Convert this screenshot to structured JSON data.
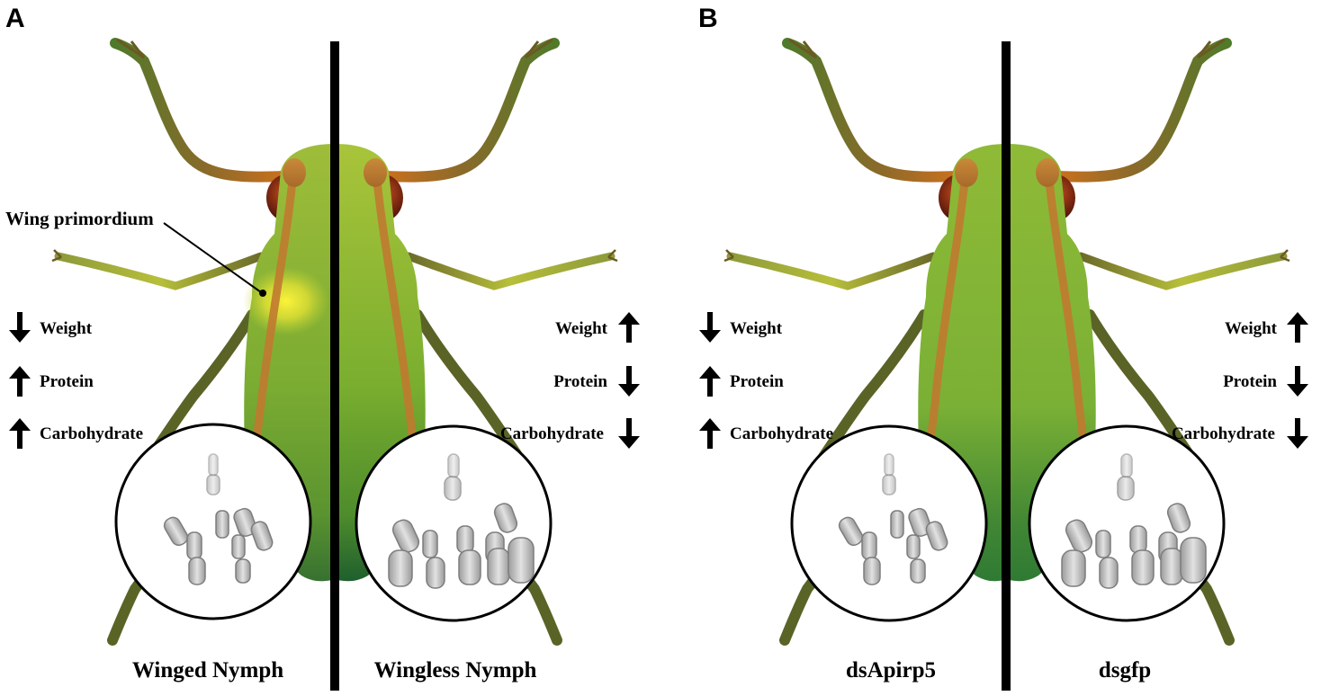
{
  "panels": [
    {
      "letter": "A",
      "left_label": "Winged Nymph",
      "right_label": "Wingless Nymph",
      "annotation": "Wing primordium",
      "left_traits": [
        {
          "label": "Weight",
          "direction": "down"
        },
        {
          "label": "Protein",
          "direction": "up"
        },
        {
          "label": "Carbohydrate",
          "direction": "up"
        }
      ],
      "right_traits": [
        {
          "label": "Weight",
          "direction": "up"
        },
        {
          "label": "Protein",
          "direction": "down"
        },
        {
          "label": "Carbohydrate",
          "direction": "down"
        }
      ]
    },
    {
      "letter": "B",
      "left_label": "dsApirp5",
      "right_label": "dsgfp",
      "left_traits": [
        {
          "label": "Weight",
          "direction": "down"
        },
        {
          "label": "Protein",
          "direction": "up"
        },
        {
          "label": "Carbohydrate",
          "direction": "up"
        }
      ],
      "right_traits": [
        {
          "label": "Weight",
          "direction": "up"
        },
        {
          "label": "Protein",
          "direction": "down"
        },
        {
          "label": "Carbohydrate",
          "direction": "down"
        }
      ]
    }
  ],
  "colors": {
    "body_light": "#a9c43a",
    "body_mid": "#78ac2e",
    "body_dark": "#1d5a2c",
    "wing_glow": "#f4ee2a",
    "leg": "#6b5a22",
    "antenna_orange": "#d4711c",
    "eye": "#6e1a0c",
    "divider": "#000000"
  }
}
